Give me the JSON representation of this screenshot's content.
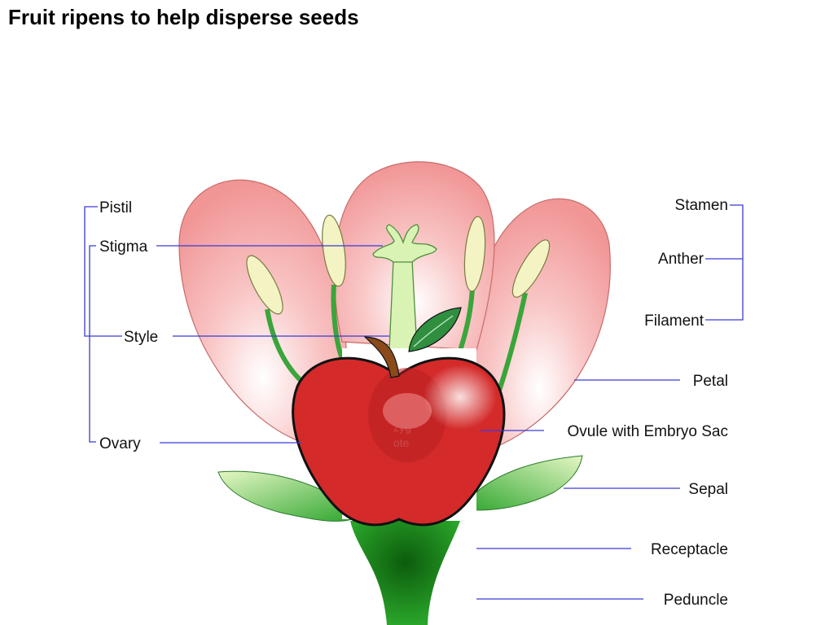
{
  "title": "Fruit ripens to help disperse seeds",
  "labels": {
    "pistil": "Pistil",
    "stigma": "Stigma",
    "style": "Style",
    "ovary": "Ovary",
    "stamen": "Stamen",
    "anther": "Anther",
    "filament": "Filament",
    "petal": "Petal",
    "ovule": "Ovule with Embryo Sac",
    "sepal": "Sepal",
    "receptacle": "Receptacle",
    "peduncle": "Peduncle"
  },
  "faint_text": {
    "line1": "zyg",
    "line2": "ote"
  },
  "colors": {
    "petal": "#f4a0a0",
    "apple": "#d42a2a",
    "leader_line": "#3a3ad6",
    "stem": "#1f8a1f",
    "anther": "#f3f3c4"
  }
}
